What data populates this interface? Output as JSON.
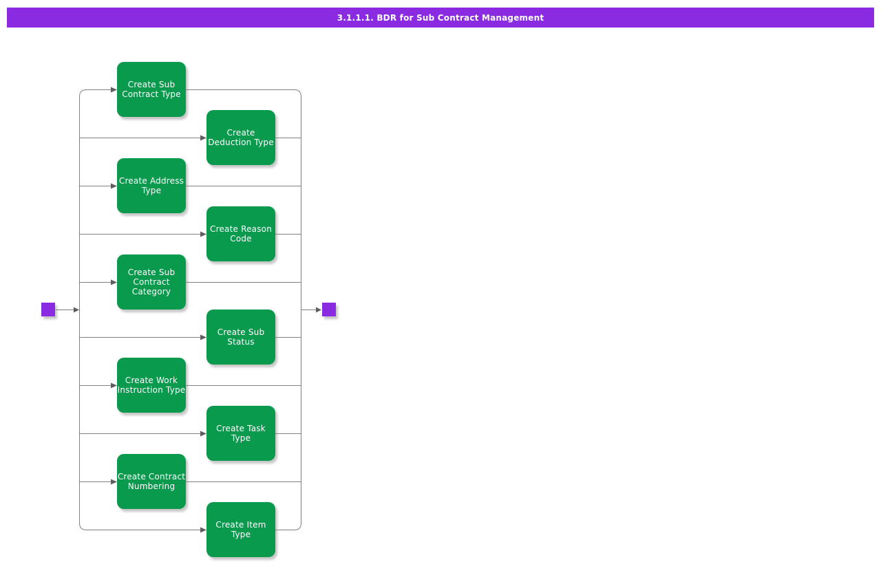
{
  "header": {
    "title": "3.1.1.1. BDR for Sub Contract Management"
  },
  "colors": {
    "header_bg": "#8A2BE2",
    "activity_fill": "#0A9A4E",
    "node_fill": "#8A2BE2",
    "line": "#808080",
    "arrow": "#5E5E5E",
    "text": "#FFFFFF"
  },
  "diagram": {
    "type": "activity-fork-diagram",
    "start_node": "start",
    "end_node": "end",
    "activities": [
      {
        "label": "Create Sub Contract Type",
        "line1": "Create Sub",
        "line2": "Contract Type"
      },
      {
        "label": "Create Deduction Type",
        "line1": "Create",
        "line2": "Deduction Type"
      },
      {
        "label": "Create Address Type",
        "line1": "Create Address",
        "line2": "Type"
      },
      {
        "label": "Create Reason Code",
        "line1": "Create Reason",
        "line2": "Code"
      },
      {
        "label": "Create Sub Contract Category",
        "line1": "Create Sub",
        "line2": "Contract",
        "line3": "Category"
      },
      {
        "label": "Create Sub Status",
        "line1": "Create Sub",
        "line2": "Status"
      },
      {
        "label": "Create Work Instruction Type",
        "line1": "Create Work",
        "line2": "Instruction Type"
      },
      {
        "label": "Create Task Type",
        "line1": "Create Task",
        "line2": "Type"
      },
      {
        "label": "Create Contract Numbering",
        "line1": "Create Contract",
        "line2": "Numbering"
      },
      {
        "label": "Create Item Type",
        "line1": "Create Item",
        "line2": "Type"
      }
    ]
  }
}
